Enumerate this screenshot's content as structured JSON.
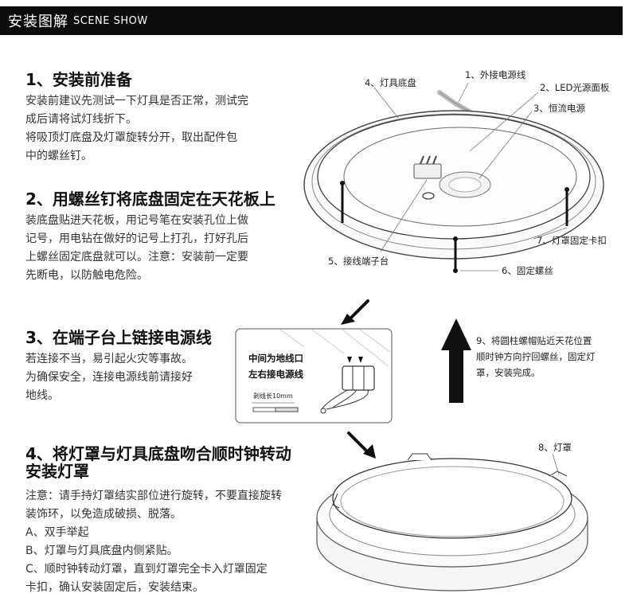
{
  "header": {
    "title": "安装图解",
    "subtitle": "SCENE SHOW"
  },
  "steps": [
    {
      "title": "1、安装前准备",
      "lines": [
        "安装前建议先测试一下灯具是否正常，测试完",
        "成后请将试灯线折下。",
        "将吸顶灯底盘及灯罩旋转分开，取出配件包",
        "中的螺丝钉。"
      ]
    },
    {
      "title": "2、用螺丝钉将底盘固定在天花板上",
      "lines": [
        "装底盘贴进天花板，用记号笔在安装孔位上做",
        "记号，用电钻在做好的记号上打孔，打好孔后",
        "上螺丝固定底盘就可以。注意：安装前一定要",
        "先断电，以防触电危险。"
      ]
    },
    {
      "title": "3、在端子台上链接电源线",
      "lines": [
        "若连接不当，易引起火灾等事故。",
        "为确保安全，连接电源线前请接好",
        "地线。"
      ]
    },
    {
      "title": "4、将灯罩与灯具底盘吻合顺时钟转动",
      "title2": "安装灯罩",
      "lines": [
        "注意：请手持灯罩结实部位进行旋转，不要直接旋转",
        "装饰环，以免造成破损、脱落。",
        "A、双手举起",
        "B、灯罩与灯具底盘内侧紧贴。",
        "C、顺时钟转动灯罩，直到灯罩完全卡入灯罩固定",
        "卡扣，确认安装固定后，安装结束。"
      ]
    }
  ],
  "diagram1": {
    "labels": [
      "4、灯具底盘",
      "1、外接电源线",
      "2、LED光源面板",
      "3、恒流电源",
      "7、灯罩固定卡扣",
      "5、接线端子台",
      "6、固定螺丝"
    ]
  },
  "terminal": {
    "line1": "中间为地线口",
    "line2": "左右接电源线",
    "strip": "剥线长10mm"
  },
  "step9": {
    "lines": [
      "9、将圆柱螺帽贴近天花位置",
      "顺时钟方向拧回螺丝，固定灯",
      "罩，安装完成。"
    ]
  },
  "diagram2": {
    "label": "8、灯罩"
  },
  "colors": {
    "header_bg": "#0b0b0b",
    "text": "#222222",
    "arrow": "#000000"
  }
}
